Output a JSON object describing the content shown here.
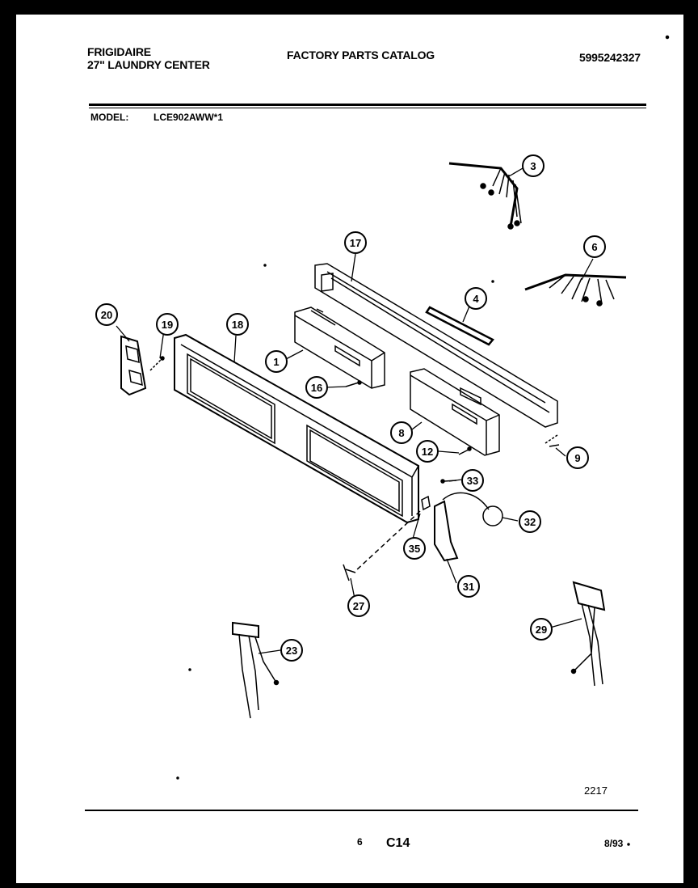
{
  "header": {
    "brand": "FRIGIDAIRE",
    "product": "27\" LAUNDRY CENTER",
    "catalog_title": "FACTORY PARTS CATALOG",
    "part_number": "5995242327"
  },
  "model": {
    "label": "MODEL:",
    "value": "LCE902AWW*1"
  },
  "callouts": [
    "1",
    "3",
    "4",
    "6",
    "8",
    "9",
    "12",
    "16",
    "17",
    "18",
    "19",
    "20",
    "23",
    "27",
    "29",
    "31",
    "32",
    "33",
    "35"
  ],
  "footer": {
    "drawing_code": "2217",
    "page": "6",
    "section": "C14",
    "date": "8/93"
  }
}
